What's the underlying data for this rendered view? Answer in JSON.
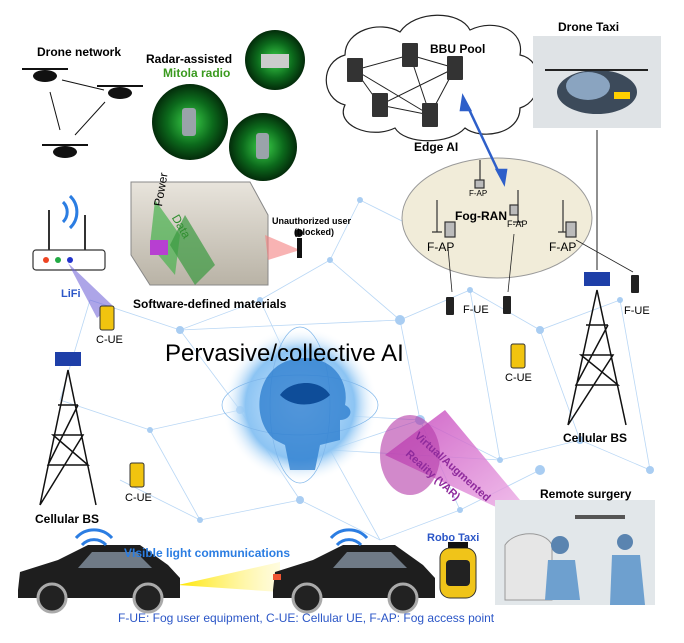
{
  "labels": {
    "drone_network": "Drone network",
    "radar_assisted": "Radar-assisted",
    "mitola_radio": "Mitola radio",
    "bbu_pool": "BBU Pool",
    "drone_taxi": "Drone Taxi",
    "edge_ai": "Edge AI",
    "fog_ran": "Fog-RAN",
    "f_ap": "F-AP",
    "f_ue": "F-UE",
    "unauthorized_user": "Unauthorized user",
    "blocked": "(blocked)",
    "software_defined_materials": "Software-defined materials",
    "power": "Power",
    "data": "Data",
    "lifi": "LiFi",
    "c_ue": "C-UE",
    "pervasive_ai": "Pervasive/collective AI",
    "cellular_bs": "Cellular BS",
    "var_line1": "Virtual/Augmented",
    "var_line2": "Reality (VAR)",
    "remote_surgery": "Remote surgery",
    "robo_taxi": "Robo Taxi",
    "vlc": "VIsible light communications",
    "legend": "F-UE: Fog user equipment,   C-UE: Cellular UE,   F-AP: Fog access point"
  },
  "colors": {
    "accent_blue": "#2b56c7",
    "wifi_blue": "#2b7de2",
    "radar_green": "#3a9a1e",
    "var_purple": "#8e2a9c"
  }
}
